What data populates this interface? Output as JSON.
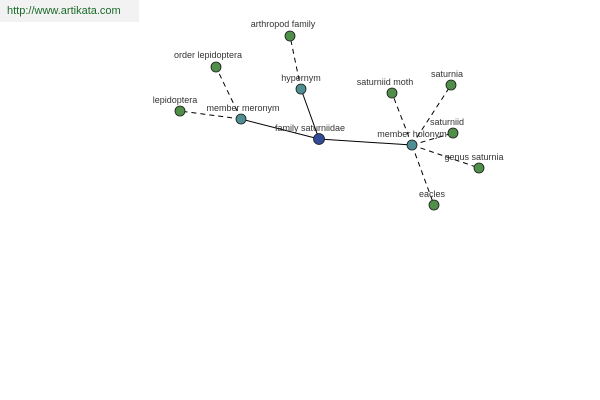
{
  "site": {
    "url": "http://www.artikata.com"
  },
  "colors": {
    "center": "#334a99",
    "relation": "#4f8f94",
    "leaf": "#4f8f4a"
  },
  "graph": {
    "nodes": [
      {
        "id": "family-saturniidae",
        "label": "family saturniidae",
        "kind": "center"
      },
      {
        "id": "hypernym",
        "label": "hypernym",
        "kind": "relation"
      },
      {
        "id": "member-meronym",
        "label": "member meronym",
        "kind": "relation"
      },
      {
        "id": "member-holonym",
        "label": "member holonym",
        "kind": "relation"
      },
      {
        "id": "arthropod-family",
        "label": "arthropod family",
        "kind": "leaf"
      },
      {
        "id": "order-lepidoptera",
        "label": "order lepidoptera",
        "kind": "leaf"
      },
      {
        "id": "lepidoptera",
        "label": "lepidoptera",
        "kind": "leaf"
      },
      {
        "id": "saturniid-moth",
        "label": "saturniid moth",
        "kind": "leaf"
      },
      {
        "id": "saturnia",
        "label": "saturnia",
        "kind": "leaf"
      },
      {
        "id": "saturniid",
        "label": "saturniid",
        "kind": "leaf"
      },
      {
        "id": "genus-saturnia",
        "label": "genus saturnia",
        "kind": "leaf"
      },
      {
        "id": "eacles",
        "label": "eacles",
        "kind": "leaf"
      }
    ],
    "edges": [
      {
        "from": "family-saturniidae",
        "to": "hypernym",
        "style": "solid"
      },
      {
        "from": "family-saturniidae",
        "to": "member-meronym",
        "style": "solid"
      },
      {
        "from": "family-saturniidae",
        "to": "member-holonym",
        "style": "solid"
      },
      {
        "from": "hypernym",
        "to": "arthropod-family",
        "style": "dashed"
      },
      {
        "from": "member-meronym",
        "to": "order-lepidoptera",
        "style": "dashed"
      },
      {
        "from": "member-meronym",
        "to": "lepidoptera",
        "style": "dashed"
      },
      {
        "from": "member-holonym",
        "to": "saturniid-moth",
        "style": "dashed"
      },
      {
        "from": "member-holonym",
        "to": "saturnia",
        "style": "dashed"
      },
      {
        "from": "member-holonym",
        "to": "saturniid",
        "style": "dashed"
      },
      {
        "from": "member-holonym",
        "to": "genus-saturnia",
        "style": "dashed"
      },
      {
        "from": "member-holonym",
        "to": "eacles",
        "style": "dashed"
      }
    ]
  }
}
